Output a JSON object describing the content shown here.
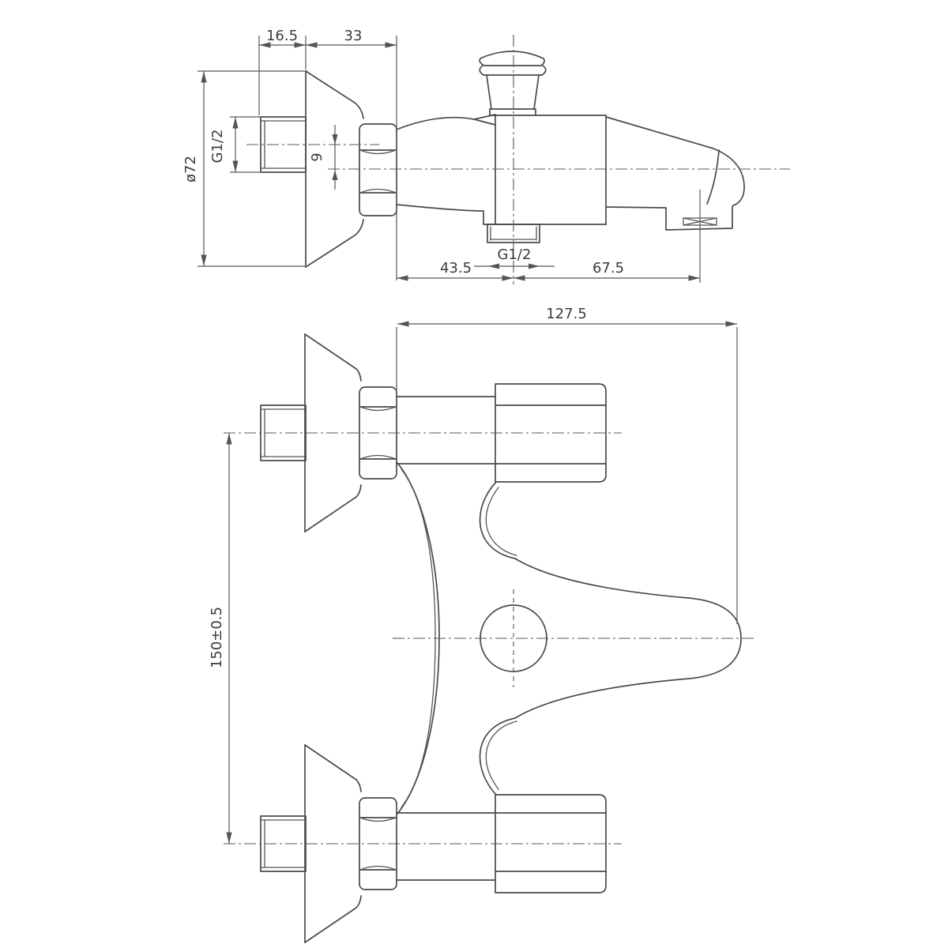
{
  "drawing": {
    "background": "#ffffff",
    "line_color": "#4a4a4a",
    "dimension_text_color": "#3a3a3a",
    "type": "faucet-installation-technical-drawing",
    "dimensions": {
      "wall_thread_length": "16.5",
      "escutcheon_depth": "33",
      "escutcheon_diameter": "ø72",
      "inlet_thread_size": "G1/2",
      "axis_offset": "9",
      "wall_to_port_distance": "43.5",
      "shower_port_thread_size": "G1/2",
      "port_to_spout_distance": "67.5",
      "overall_depth": "127.5",
      "inlet_spacing": "150±0.5"
    }
  }
}
